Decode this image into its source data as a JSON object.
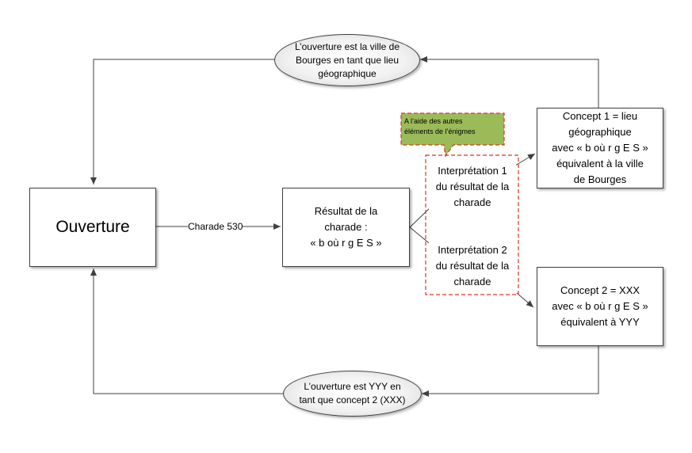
{
  "nodes": {
    "ouverture": "Ouverture",
    "resultat": "Résultat de la\ncharade :\n« b où r g E S »",
    "concept1": "Concept 1 = lieu\ngéographique\navec « b où r g E S »\néquivalent à la ville\nde Bourges",
    "concept2": "Concept 2 = XXX\navec « b où r g E S »\néquivalent à YYY",
    "interp1": "Interprétation 1\ndu résultat de la\ncharade",
    "interp2": "Interprétation 2\ndu résultat de la\ncharade",
    "ellipse_top": "L’ouverture est la ville de\nBourges en tant que lieu\ngéographique",
    "ellipse_bottom": "L’ouverture est YYY en\ntant que concept 2 (XXX)",
    "callout": "A l’aide des autres\néléments de l’énigmes"
  },
  "edges": {
    "charade_label": "Charade 530"
  },
  "colors": {
    "callout_fill": "#9bbb59",
    "dashed_border": "#e0302e",
    "line": "#404040"
  }
}
